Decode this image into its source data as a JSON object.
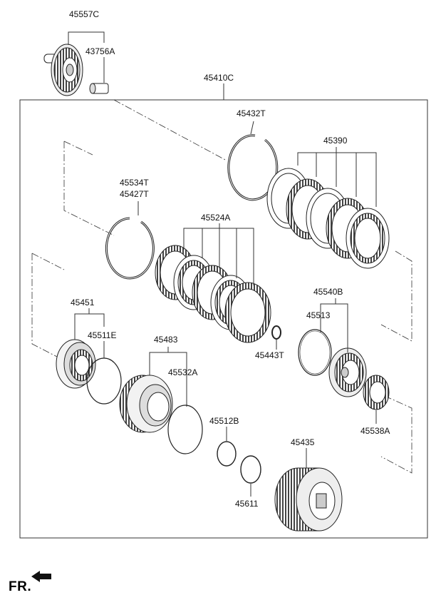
{
  "parts": {
    "p45557C": "45557C",
    "p43756A": "43756A",
    "p45410C": "45410C",
    "p45432T": "45432T",
    "p45390": "45390",
    "p45534T": "45534T",
    "p45427T": "45427T",
    "p45524A": "45524A",
    "p45540B": "45540B",
    "p45451": "45451",
    "p45511E": "45511E",
    "p45483": "45483",
    "p45513": "45513",
    "p45443T": "45443T",
    "p45532A": "45532A",
    "p45538A": "45538A",
    "p45512B": "45512B",
    "p45435": "45435",
    "p45611": "45611"
  },
  "orientation": {
    "label": "FR.",
    "icon": "arrow-left-icon"
  }
}
